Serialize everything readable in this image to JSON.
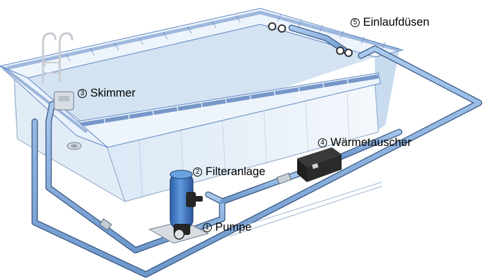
{
  "labels": [
    {
      "id": "5",
      "number": "5",
      "text": "Einlaufdüsen"
    },
    {
      "id": "3",
      "number": "3",
      "text": "Skimmer"
    },
    {
      "id": "4",
      "number": "4",
      "text": "Wärmetauscher"
    },
    {
      "id": "2",
      "number": "2",
      "text": "Filteranlage"
    },
    {
      "id": "1",
      "number": "1",
      "text": "Pumpe"
    }
  ],
  "colors": {
    "pool_water": "#cfe0f1",
    "pool_wall": "#dde9f5",
    "pool_coping_light": "#eef4fb",
    "pool_coping_dark": "#5d86c4",
    "pipe": "#8eb6e4",
    "pipe_edge": "#37557e",
    "filter_tank": "#3f78c4",
    "equipment_dark": "#262626"
  }
}
